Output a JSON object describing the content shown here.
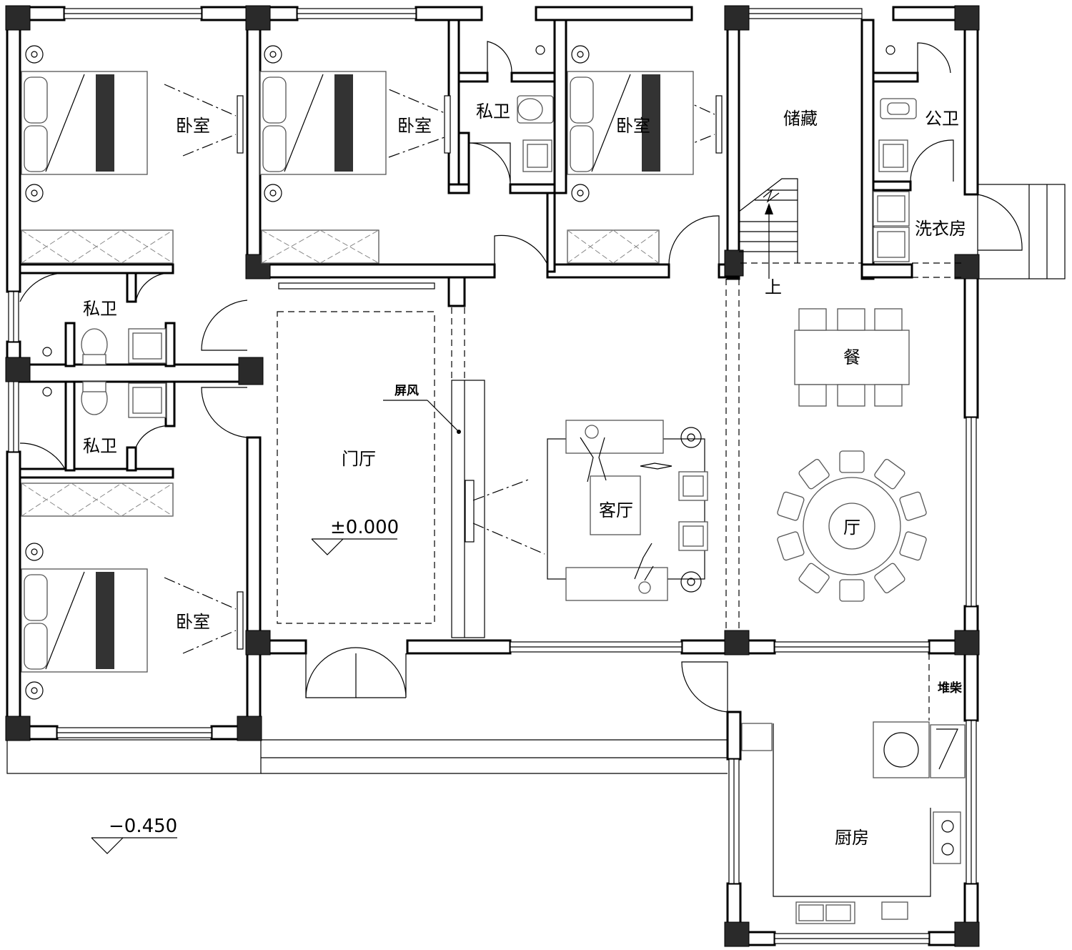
{
  "rooms": {
    "bedroom_top_left": "卧室",
    "bedroom_top_mid": "卧室",
    "bedroom_top_right": "卧室",
    "bedroom_bottom_left": "卧室",
    "bath_top": "私卫",
    "bath_left_upper": "私卫",
    "bath_left_lower": "私卫",
    "storage": "储藏",
    "public_bath": "公卫",
    "laundry": "洗衣房",
    "foyer": "门厅",
    "living": "客厅",
    "dining_top": "餐",
    "dining_bottom": "厅",
    "kitchen": "厨房",
    "firewood": "堆柴",
    "screen": "屏风",
    "stair_up": "上"
  },
  "levels": {
    "indoor": "±0.000",
    "outdoor": "−0.450"
  }
}
